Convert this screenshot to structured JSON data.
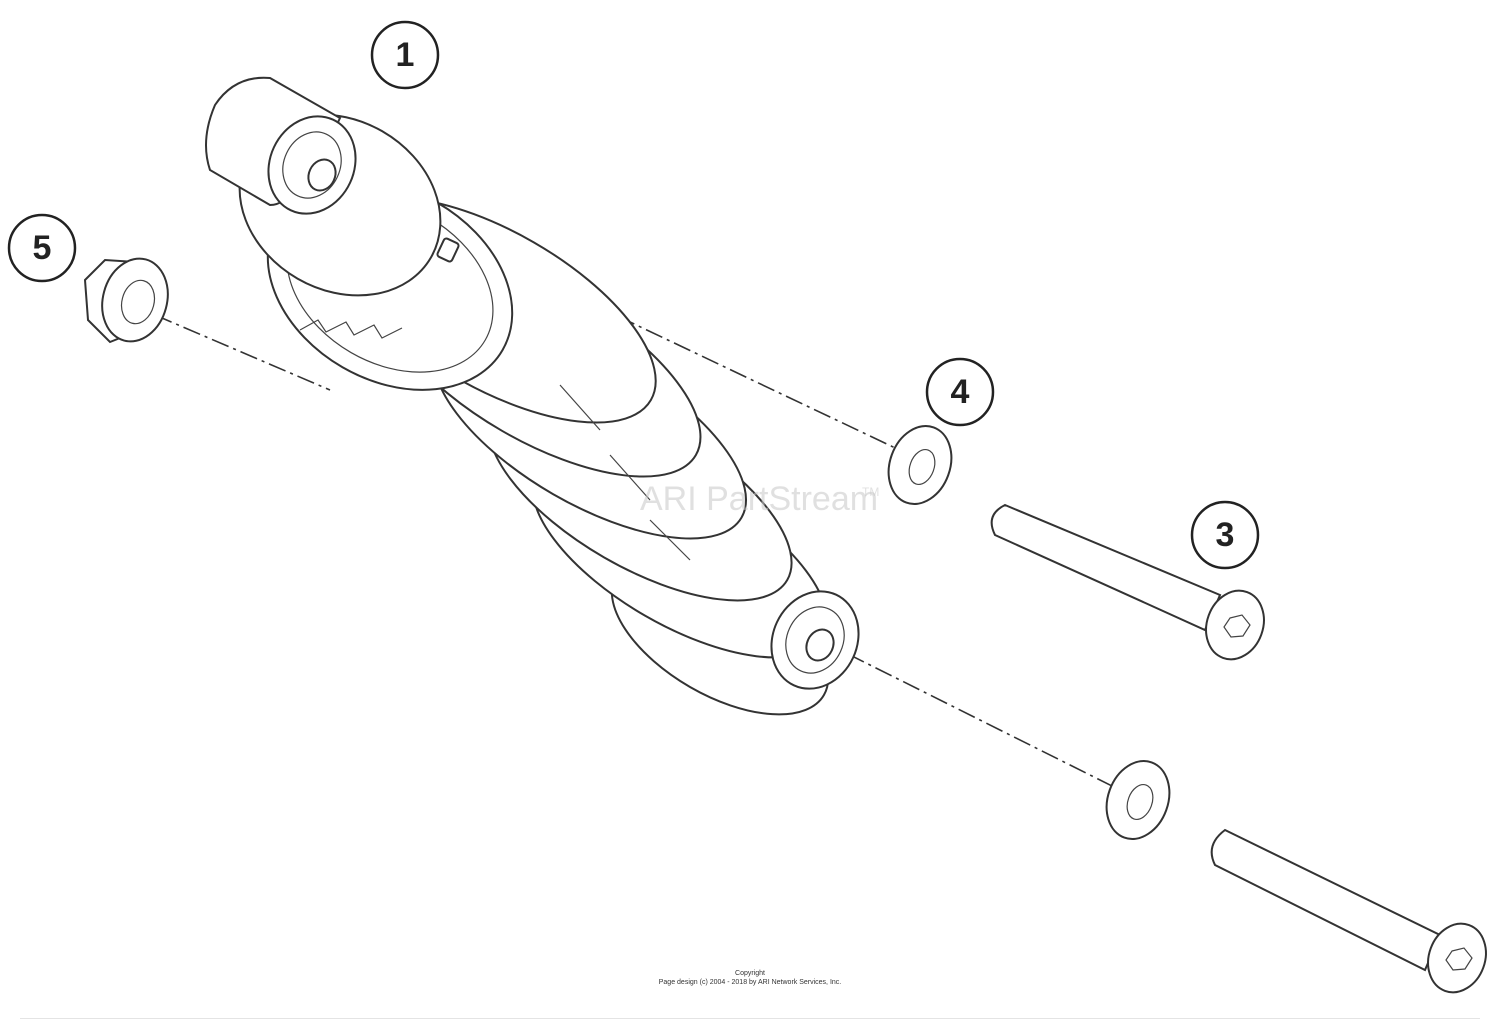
{
  "callouts": [
    {
      "label": "1"
    },
    {
      "label": "3"
    },
    {
      "label": "4"
    },
    {
      "label": "5"
    }
  ],
  "watermark": "ARI PartStream",
  "watermark_tm": "TM",
  "footer": {
    "line1": "Copyright",
    "line2": "Page design (c) 2004 - 2018 by ARI Network Services, Inc."
  }
}
